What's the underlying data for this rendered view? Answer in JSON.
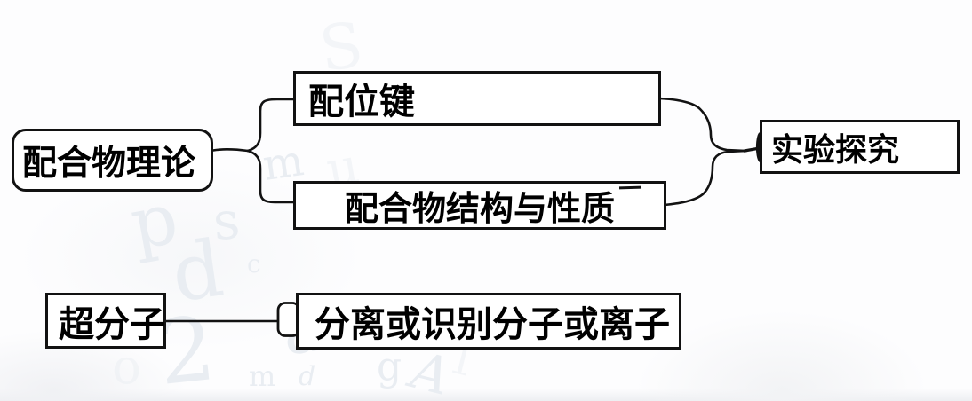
{
  "diagram": {
    "nodes": {
      "root_theory": {
        "label": "配合物理论"
      },
      "coordinate_bond": {
        "label": "配位键"
      },
      "structure_properties": {
        "label": "配合物结构与性质"
      },
      "experiment": {
        "label": "实验探究"
      },
      "supramolecule": {
        "label": "超分子"
      },
      "separation": {
        "label": "分离或识别分子或离子"
      }
    },
    "colors": {
      "stroke": "#121212",
      "box_fill": "#ffffff",
      "background": "#fdfdfe",
      "watermark": "#e9edf2"
    },
    "watermark_glyphs": [
      {
        "char": "S"
      },
      {
        "char": "m"
      },
      {
        "char": "p"
      },
      {
        "char": "s"
      },
      {
        "char": "d"
      },
      {
        "char": "c"
      },
      {
        "char": "u"
      },
      {
        "char": "2"
      },
      {
        "char": "a"
      },
      {
        "char": "o"
      },
      {
        "char": "m"
      },
      {
        "char": "d"
      },
      {
        "char": "g"
      },
      {
        "char": "A"
      },
      {
        "char": "1"
      }
    ]
  }
}
